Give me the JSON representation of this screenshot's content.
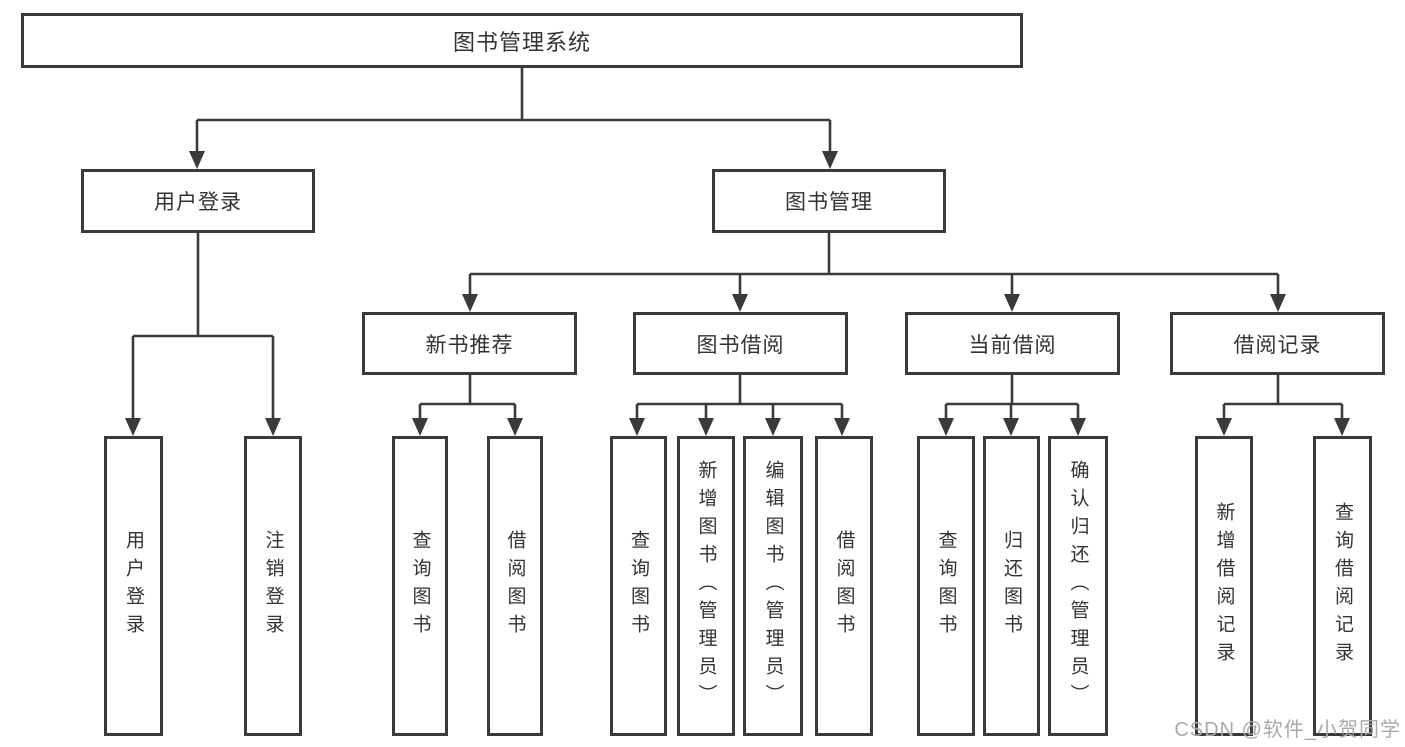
{
  "tree": {
    "label": "图书管理系统",
    "children": [
      {
        "label": "用户登录",
        "children": [
          {
            "label": "用户登录"
          },
          {
            "label": "注销登录"
          }
        ]
      },
      {
        "label": "图书管理",
        "children": [
          {
            "label": "新书推荐",
            "children": [
              {
                "label": "查询图书"
              },
              {
                "label": "借阅图书"
              }
            ]
          },
          {
            "label": "图书借阅",
            "children": [
              {
                "label": "查询图书"
              },
              {
                "label": "新增图书（管理员）"
              },
              {
                "label": "编辑图书（管理员）"
              },
              {
                "label": "借阅图书"
              }
            ]
          },
          {
            "label": "当前借阅",
            "children": [
              {
                "label": "查询图书"
              },
              {
                "label": "归还图书"
              },
              {
                "label": "确认归还（管理员）"
              }
            ]
          },
          {
            "label": "借阅记录",
            "children": [
              {
                "label": "新增借阅记录"
              },
              {
                "label": "查询借阅记录"
              }
            ]
          }
        ]
      }
    ]
  },
  "watermark": "CSDN @软件_小贺同学",
  "colors": {
    "line": "#3a3a3a",
    "text": "#333333",
    "watermark": "#aaaaaa",
    "background": "#ffffff"
  }
}
